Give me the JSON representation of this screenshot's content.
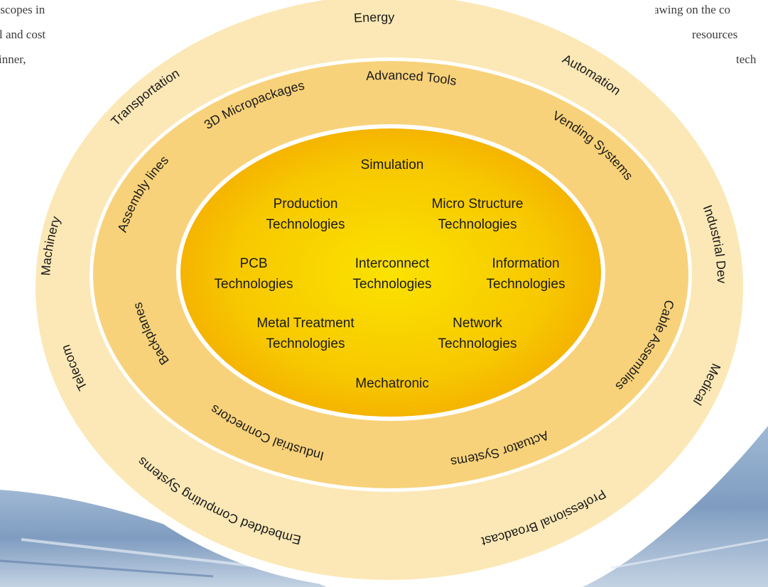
{
  "background_text": {
    "left_lines": [
      "and task scopes in",
      "l and cost",
      "inner,"
    ],
    "right_lines": [
      "Drawing on the co",
      "resources",
      "tech"
    ]
  },
  "rings": {
    "outer": {
      "color": "#fbe8b6",
      "labels": [
        "Energy",
        "Automation",
        "Industrial Devices",
        "Medical",
        "Professional Broadcast",
        "Embedded Computing Systems",
        "Telecom",
        "Machinery",
        "Transportation"
      ]
    },
    "middle": {
      "color": "#f8d27a",
      "labels": [
        "Advanced Tools",
        "Vending Systems",
        "Cable Assemblies",
        "Actuator Systems",
        "Industrial Connectors",
        "Backplanes",
        "Assembly lines",
        "3D Micropackages"
      ]
    },
    "core": {
      "colors": [
        "#fbe200",
        "#f5b400"
      ],
      "labels": [
        "Simulation",
        "Production Technologies",
        "Micro Structure Technologies",
        "PCB Technologies",
        "Interconnect Technologies",
        "Information Technologies",
        "Metal Treatment Technologies",
        "Network Technologies",
        "Mechatronic"
      ]
    }
  }
}
